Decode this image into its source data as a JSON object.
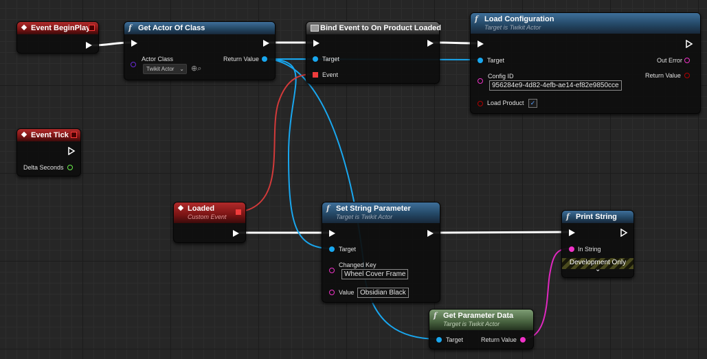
{
  "nodes": {
    "begin_play": {
      "title": "Event BeginPlay"
    },
    "get_actor": {
      "title": "Get Actor Of Class",
      "actor_class_label": "Actor Class",
      "actor_class_value": "Twikit Actor",
      "return_label": "Return Value"
    },
    "bind_event": {
      "title": "Bind Event to On Product Loaded",
      "target_label": "Target",
      "event_label": "Event"
    },
    "load_config": {
      "title": "Load Configuration",
      "subtitle": "Target is Twikit Actor",
      "target_label": "Target",
      "out_error_label": "Out Error",
      "return_label": "Return Value",
      "config_id_label": "Config ID",
      "config_id_value": "956284e9-4d82-4efb-ae14-ef82e9850cce",
      "load_product_label": "Load Product",
      "load_product_checked": "✓"
    },
    "event_tick": {
      "title": "Event Tick",
      "delta_label": "Delta Seconds"
    },
    "loaded": {
      "title": "Loaded",
      "subtitle": "Custom Event"
    },
    "set_string": {
      "title": "Set String Parameter",
      "subtitle": "Target is Twikit Actor",
      "target_label": "Target",
      "changed_key_label": "Changed Key",
      "changed_key_value": "Wheel Cover Frame",
      "value_label": "Value",
      "value_value": "Obsidian Black"
    },
    "print_string": {
      "title": "Print String",
      "in_string_label": "In String",
      "dev_only": "Development Only",
      "expand_glyph": "⌄"
    },
    "get_param": {
      "title": "Get Parameter Data",
      "subtitle": "Target is Twikit Actor",
      "target_label": "Target",
      "return_label": "Return Value"
    }
  },
  "icons": {
    "function": "f",
    "zoom_icons": "⊕⌕"
  },
  "colors": {
    "exec": "#ffffff",
    "object_pin": "#19a7ef",
    "delegate_pin": "#f03c3c",
    "string_pin": "#f032c8",
    "float_pin": "#6af04a",
    "bool_pin": "#a00000",
    "class_pin": "#6a2ad8",
    "event_header": "#8a1a1a",
    "function_header": "#2f5677",
    "pure_header": "#5a7a50"
  }
}
